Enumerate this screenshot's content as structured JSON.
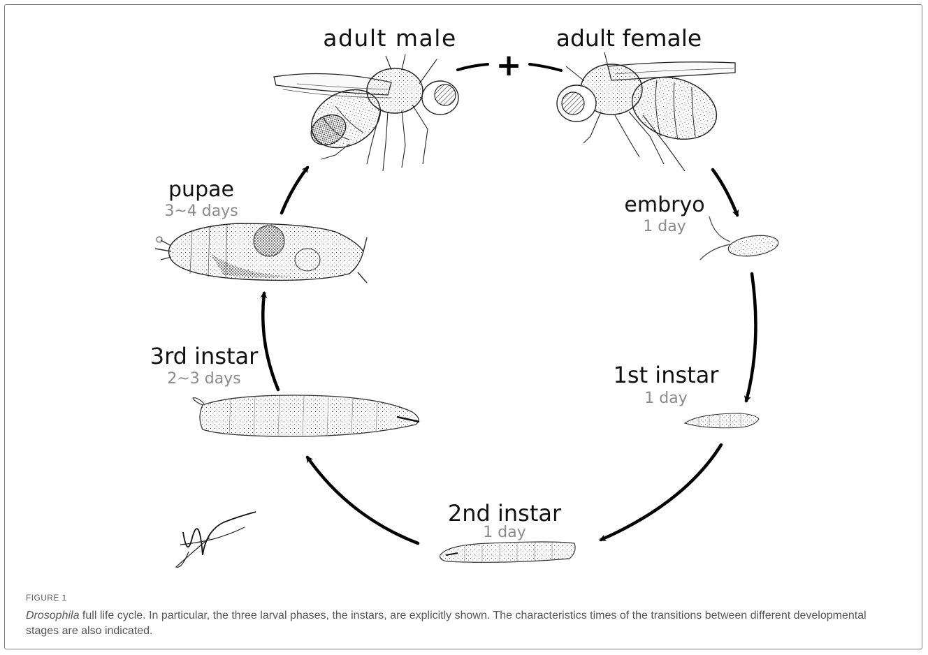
{
  "stages": {
    "adult_male": {
      "name": "adult male"
    },
    "adult_female": {
      "name": "adult female"
    },
    "mating_symbol": "+",
    "embryo": {
      "name": "embryo",
      "duration": "1 day"
    },
    "first_instar": {
      "name": "1st instar",
      "duration": "1 day"
    },
    "second_instar": {
      "name": "2nd instar",
      "duration": "1 day"
    },
    "third_instar": {
      "name": "3rd instar",
      "duration": "2~3 days"
    },
    "pupae": {
      "name": "pupae",
      "duration": "3~4 days"
    }
  },
  "caption": {
    "label": "FIGURE 1",
    "genus": "Drosophila",
    "text": " full life cycle. In particular, the three larval phases, the instars, are explicitly shown. The characteristics times of the transitions between different developmental stages are also indicated."
  },
  "colors": {
    "arrow": "#000000",
    "label": "#111111",
    "duration": "#8a8a8a",
    "caption": "#555555",
    "border": "#7a7a7a"
  }
}
